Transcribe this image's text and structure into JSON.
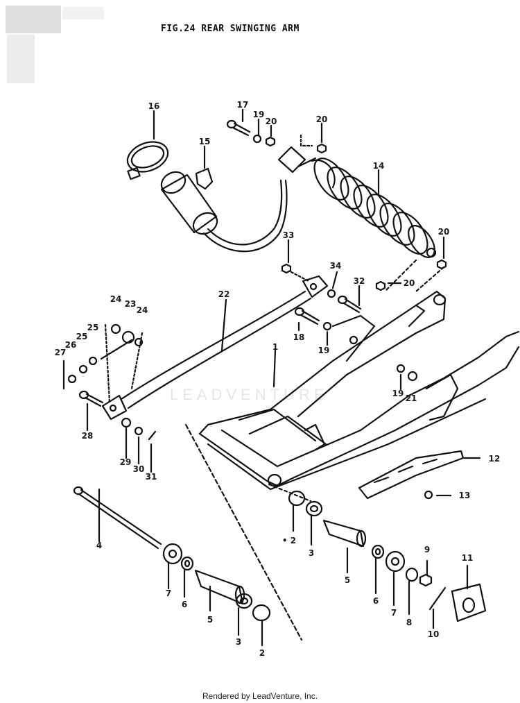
{
  "title": "FIG.24  REAR SWINGING ARM",
  "watermark": "LEADVENTURE",
  "footer": "Rendered by LeadVenture, Inc.",
  "callouts": [
    {
      "id": "c16a",
      "text": "16"
    },
    {
      "id": "c17",
      "text": "17"
    },
    {
      "id": "c19a",
      "text": "19"
    },
    {
      "id": "c20a",
      "text": "20"
    },
    {
      "id": "c20b",
      "text": "20"
    },
    {
      "id": "c15",
      "text": "15"
    },
    {
      "id": "c14",
      "text": "14"
    },
    {
      "id": "c20c",
      "text": "20"
    },
    {
      "id": "c33",
      "text": "33"
    },
    {
      "id": "c34",
      "text": "34"
    },
    {
      "id": "c32",
      "text": "32"
    },
    {
      "id": "c20d",
      "text": "20"
    },
    {
      "id": "c22",
      "text": "22"
    },
    {
      "id": "c24a",
      "text": "24"
    },
    {
      "id": "c23",
      "text": "23"
    },
    {
      "id": "c24b",
      "text": "24"
    },
    {
      "id": "c25a",
      "text": "25"
    },
    {
      "id": "c25b",
      "text": "25"
    },
    {
      "id": "c26",
      "text": "26"
    },
    {
      "id": "c27",
      "text": "27"
    },
    {
      "id": "c18",
      "text": "18"
    },
    {
      "id": "c19b",
      "text": "19"
    },
    {
      "id": "c1",
      "text": "1"
    },
    {
      "id": "c19c",
      "text": "19"
    },
    {
      "id": "c21",
      "text": "21"
    },
    {
      "id": "c28",
      "text": "28"
    },
    {
      "id": "c29",
      "text": "29"
    },
    {
      "id": "c30",
      "text": "30"
    },
    {
      "id": "c31",
      "text": "31"
    },
    {
      "id": "c12",
      "text": "12"
    },
    {
      "id": "c13",
      "text": "13"
    },
    {
      "id": "c4",
      "text": "4"
    },
    {
      "id": "c2a",
      "text": "• 2"
    },
    {
      "id": "c3a",
      "text": "3"
    },
    {
      "id": "c5a",
      "text": "5"
    },
    {
      "id": "c6a",
      "text": "6"
    },
    {
      "id": "c7a",
      "text": "7"
    },
    {
      "id": "c9",
      "text": "9"
    },
    {
      "id": "c11",
      "text": "11"
    },
    {
      "id": "c7b",
      "text": "7"
    },
    {
      "id": "c6b",
      "text": "6"
    },
    {
      "id": "c5b",
      "text": "5"
    },
    {
      "id": "c8",
      "text": "8"
    },
    {
      "id": "c10",
      "text": "10"
    },
    {
      "id": "c3b",
      "text": "3"
    },
    {
      "id": "c2b",
      "text": "2"
    }
  ]
}
